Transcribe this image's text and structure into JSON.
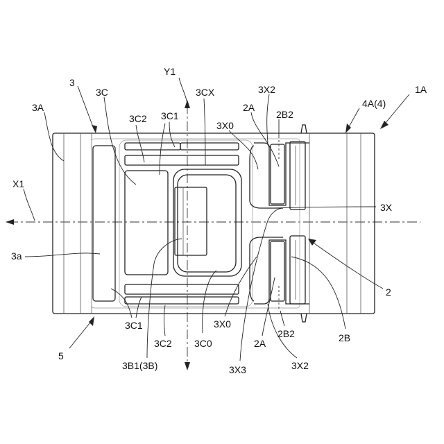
{
  "labels": {
    "Y1": "Y1",
    "X1": "X1",
    "n3": "3",
    "n3C": "3C",
    "n3CX": "3CX",
    "n3X2_top": "3X2",
    "n4A4": "4A(4)",
    "n1A": "1A",
    "n3A": "3A",
    "n3C2_top": "3C2",
    "n3C1_top": "3C1",
    "n2A_top": "2A",
    "n2B2_top": "2B2",
    "n3X0_top": "3X0",
    "n3X": "3X",
    "n3a": "3a",
    "n2": "2",
    "n2B": "2B",
    "n3C1_bot": "3C1",
    "n3X0_bot": "3X0",
    "n2B2_bot": "2B2",
    "n5": "5",
    "n3C2_bot": "3C2",
    "n3C0": "3C0",
    "n2A_bot": "2A",
    "n3B13B": "3B1(3B)",
    "n3X3": "3X3",
    "n3X2_bot": "3X2"
  }
}
